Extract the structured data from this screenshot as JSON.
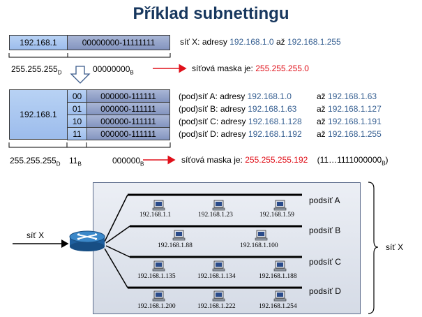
{
  "title": "Příklad subnettingu",
  "section1": {
    "network": "192.168.1",
    "host": "00000000-11111111",
    "desc_prefix": "síť X: adresy",
    "from": "192.168.1.0",
    "to_word": "až",
    "to": "192.168.1.255",
    "mask_dec": "255.255.255",
    "mask_dec_sub": "D",
    "mask_bin": "00000000",
    "mask_bin_sub": "B",
    "mask_label": "síťová maska je:",
    "mask_value": "255.255.255.0"
  },
  "section2": {
    "network": "192.168.1",
    "rows": [
      {
        "bits": "00",
        "host": "000000-111111",
        "label": "(pod)síť A: adresy",
        "from": "192.168.1.0",
        "to": "192.168.1.63"
      },
      {
        "bits": "01",
        "host": "000000-111111",
        "label": "(pod)síť B: adresy",
        "from": "192.168.1.63",
        "to": "192.168.1.127"
      },
      {
        "bits": "10",
        "host": "000000-111111",
        "label": "(pod)síť C: adresy",
        "from": "192.168.1.128",
        "to": "192.168.1.191"
      },
      {
        "bits": "11",
        "host": "000000-111111",
        "label": "(pod)síť D: adresy",
        "from": "192.168.1.192",
        "to": "192.168.1.255"
      }
    ],
    "to_word": "až",
    "mask_dec": "255.255.255",
    "mask_dec_sub": "D",
    "mask_sub": "11",
    "mask_sub_sub": "B",
    "mask_bin": "000000",
    "mask_bin_sub": "B",
    "mask_label": "síťová maska je:",
    "mask_value": "255.255.255.192",
    "mask_extra": "(11…1111000000",
    "mask_extra_sub": "B",
    "mask_extra_close": ")"
  },
  "diagram": {
    "input_label": "síť X",
    "outer_label": "síť X",
    "subnets": [
      {
        "label": "podsíť A",
        "hosts": [
          "192.168.1.1",
          "192.168.1.23",
          "192.168.1.59"
        ]
      },
      {
        "label": "podsíť B",
        "hosts": [
          "192.168.1.88",
          "192.168.1.100"
        ]
      },
      {
        "label": "podsíť C",
        "hosts": [
          "192.168.1.135",
          "192.168.1.134",
          "192.168.1.188"
        ]
      },
      {
        "label": "podsíť D",
        "hosts": [
          "192.168.1.200",
          "192.168.1.222",
          "192.168.1.254"
        ]
      }
    ]
  },
  "colors": {
    "title": "#17375e",
    "address_blue": "#376092",
    "mask_red": "#e0101a",
    "network_box": "#a8c6f0",
    "host_box": "#8d9cc6"
  }
}
